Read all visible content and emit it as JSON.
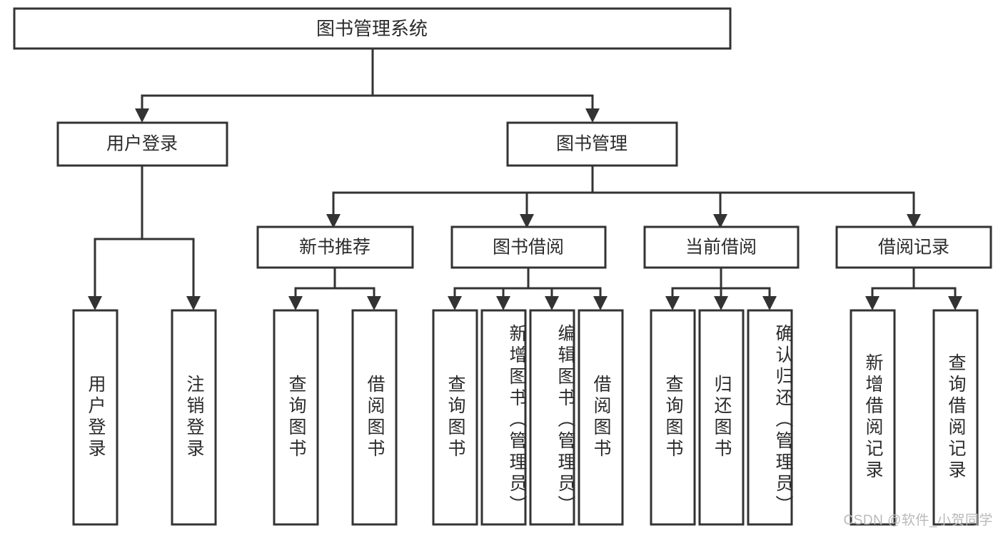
{
  "diagram": {
    "type": "tree-hierarchy",
    "title": "图书管理系统",
    "orientation": "top-down",
    "watermark": "CSDN @软件_小贺同学",
    "colors": {
      "stroke": "#333333",
      "fill": "#ffffff",
      "text": "#2b2b2b",
      "watermark": "#b9b9b9",
      "background": "#ffffff"
    },
    "levels": {
      "root": {
        "label": "图书管理系统"
      },
      "level2": [
        {
          "id": "user-login",
          "label": "用户登录"
        },
        {
          "id": "book-management",
          "label": "图书管理"
        }
      ],
      "level3": [
        {
          "id": "new-book-recommend",
          "label": "新书推荐",
          "parent": "book-management"
        },
        {
          "id": "book-borrow",
          "label": "图书借阅",
          "parent": "book-management"
        },
        {
          "id": "current-borrow",
          "label": "当前借阅",
          "parent": "book-management"
        },
        {
          "id": "borrow-record",
          "label": "借阅记录",
          "parent": "book-management"
        }
      ],
      "leaves": {
        "user-login": [
          {
            "id": "leaf-user-login",
            "label": "用户登录"
          },
          {
            "id": "leaf-logout-login",
            "label": "注销登录"
          }
        ],
        "new-book-recommend": [
          {
            "id": "leaf-query-book-1",
            "label": "查询图书"
          },
          {
            "id": "leaf-borrow-book-1",
            "label": "借阅图书"
          }
        ],
        "book-borrow": [
          {
            "id": "leaf-query-book-2",
            "label": "查询图书"
          },
          {
            "id": "leaf-add-book",
            "label": "新增图书（管理员）"
          },
          {
            "id": "leaf-edit-book",
            "label": "编辑图书（管理员）"
          },
          {
            "id": "leaf-borrow-book-2",
            "label": "借阅图书"
          }
        ],
        "current-borrow": [
          {
            "id": "leaf-query-book-3",
            "label": "查询图书"
          },
          {
            "id": "leaf-return-book",
            "label": "归还图书"
          },
          {
            "id": "leaf-confirm-return",
            "label": "确认归还（管理员）"
          }
        ],
        "borrow-record": [
          {
            "id": "leaf-add-record",
            "label": "新增借阅记录"
          },
          {
            "id": "leaf-query-record",
            "label": "查询借阅记录"
          }
        ]
      }
    }
  }
}
